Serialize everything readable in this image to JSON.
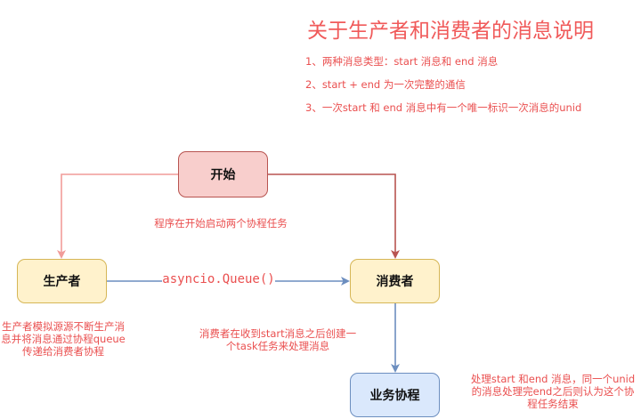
{
  "header": {
    "title": "关于生产者和消费者的消息说明",
    "notes": [
      "1、两种消息类型：start 消息和 end 消息",
      "2、start + end 为一次完整的通信",
      "3、一次start 和 end 消息中有一个唯一标识一次消息的unid"
    ]
  },
  "nodes": {
    "start": "开始",
    "producer": "生产者",
    "consumer": "消费者",
    "task": "业务协程"
  },
  "edges": {
    "queue_label": "asyncio.Queue()"
  },
  "annotations": {
    "start_note": "程序在开始启动两个协程任务",
    "producer_note": "生产者模拟源源不断生产消息并将消息通过协程queue传递给消费者协程",
    "consumer_note": "消费者在收到start消息之后创建一个task任务来处理消息",
    "end_note": "处理start 和end 消息，同一个unid的消息处理完end之后则认为这个协程任务结束"
  },
  "colors": {
    "start_fill": "#f8cecc",
    "start_stroke": "#b85450",
    "process_fill": "#fff2cc",
    "process_stroke": "#d6b656",
    "task_fill": "#dae8fc",
    "task_stroke": "#6c8ebf",
    "arrow_pink": "#f19c99",
    "arrow_red": "#b85450",
    "arrow_blue": "#6c8ebf",
    "text_red": "#ea4f4f"
  }
}
